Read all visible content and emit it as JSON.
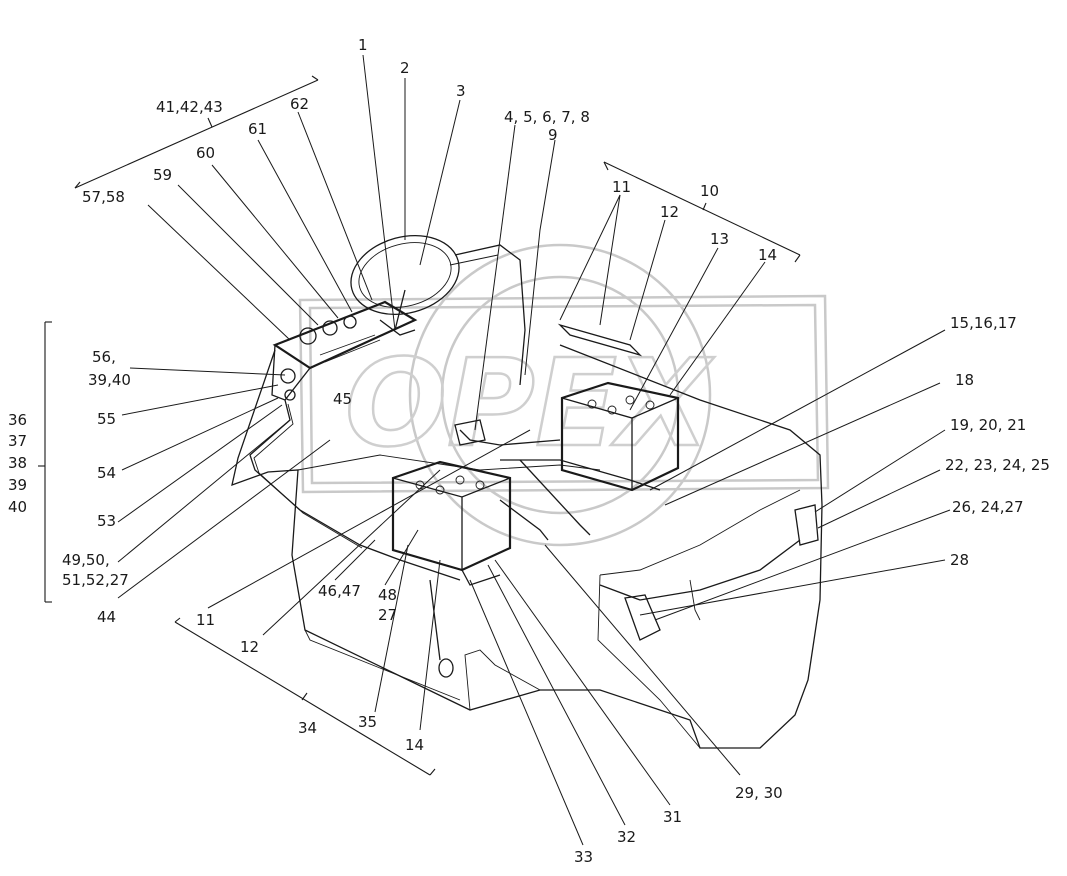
{
  "watermark": {
    "text": "OPEX"
  },
  "labels": {
    "l1": "1",
    "l2": "2",
    "l3": "3",
    "l4": "4, 5, 6, 7, 8",
    "l9": "9",
    "l10": "10",
    "l11_top": "11",
    "l12_top": "12",
    "l13": "13",
    "l14_top": "14",
    "l15": "15,16,17",
    "l18": "18",
    "l19": "19, 20, 21",
    "l22": "22, 23, 24, 25",
    "l26": "26, 24,27",
    "l28": "28",
    "l29": "29, 30",
    "l31": "31",
    "l32": "32",
    "l33": "33",
    "l34": "34",
    "l35": "35",
    "l14_bottom": "14",
    "l48": "48",
    "l27": "27",
    "l46": "46,47",
    "l12_bottom": "12",
    "l11_bottom": "11",
    "l44": "44",
    "l49": "49,50,",
    "l51": "51,52,27",
    "l53": "53",
    "l54": "54",
    "l55": "55",
    "l56": "56,",
    "l39_40": "39,40",
    "l45": "45",
    "l57": "57,58",
    "l59": "59",
    "l60": "60",
    "l61": "61",
    "l62": "62",
    "l41": "41,42,43",
    "l36": "36",
    "l37": "37",
    "l38": "38",
    "l39": "39",
    "l40": "40"
  }
}
